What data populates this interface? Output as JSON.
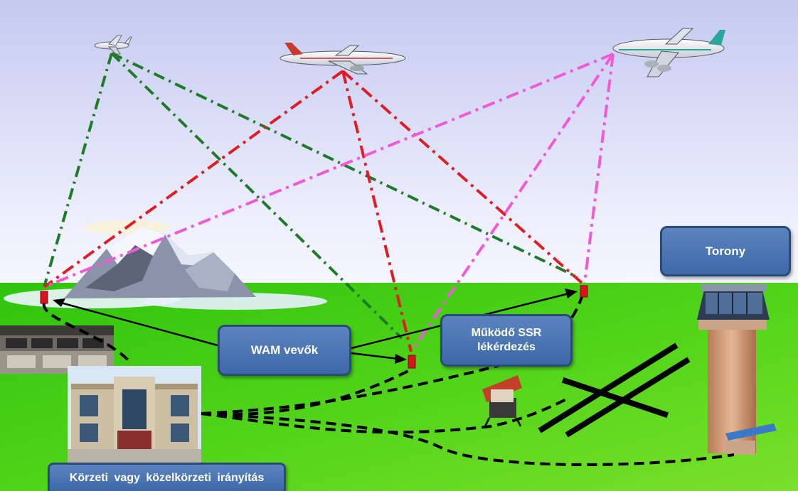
{
  "labels": {
    "wam_receivers": "WAM vevők",
    "ssr_line1": "Működő SSR",
    "ssr_line2": "lékérdezés",
    "tower": "Torony",
    "control_center": "Körzeti vagy közelkörzeti irányítás"
  },
  "colors": {
    "sky_top": "#c9cdf2",
    "sky_bottom": "#f4f4ff",
    "ground": "#3fcc0f",
    "box_fill": "#4a72b0",
    "box_border": "#2b4a78",
    "line_green": "#1f7a2a",
    "line_red": "#e01c24",
    "line_pink": "#f05ad6",
    "line_black": "#000000",
    "receiver": "#d8141a"
  },
  "icons": [
    "small-jet-icon",
    "airliner-red-icon",
    "airliner-teal-icon",
    "mountain-icon",
    "control-room-icon",
    "building-icon",
    "radar-icon",
    "control-tower-icon",
    "runway-icon",
    "receiver-icon"
  ]
}
